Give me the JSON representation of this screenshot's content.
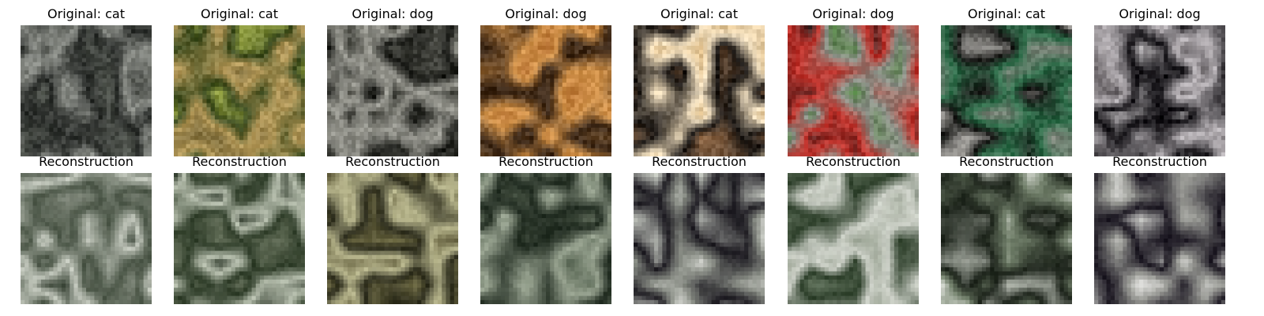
{
  "figure": {
    "columns": [
      {
        "original": {
          "title": "Original: cat",
          "subject": "cat",
          "palette": [
            "#4a4d48",
            "#8a8d87",
            "#2a2d2a",
            "#5f645c"
          ]
        },
        "reconstruction": {
          "title": "Reconstruction",
          "palette": [
            "#8c9386",
            "#4a5546",
            "#c6cbc0",
            "#2f3a2c"
          ]
        }
      },
      {
        "original": {
          "title": "Original: cat",
          "subject": "cat",
          "palette": [
            "#7a6a3a",
            "#b59a5a",
            "#3a4a1e",
            "#a7b44a"
          ]
        },
        "reconstruction": {
          "title": "Reconstruction",
          "palette": [
            "#68735d",
            "#2f3d29",
            "#b7bfae",
            "#1f2a1c"
          ]
        }
      },
      {
        "original": {
          "title": "Original: dog",
          "subject": "dog",
          "palette": [
            "#2b2c26",
            "#9a9a92",
            "#1a1b17",
            "#55564f"
          ]
        },
        "reconstruction": {
          "title": "Reconstruction",
          "palette": [
            "#4f4a2b",
            "#b8b68d",
            "#2a2a1a",
            "#77734a"
          ]
        }
      },
      {
        "original": {
          "title": "Original: dog",
          "subject": "dog",
          "palette": [
            "#b06a2c",
            "#d4954d",
            "#3a2616",
            "#6a4b2a"
          ]
        },
        "reconstruction": {
          "title": "Reconstruction",
          "palette": [
            "#4c5a48",
            "#9aa592",
            "#1f2a1f",
            "#6f7b68"
          ]
        }
      },
      {
        "original": {
          "title": "Original: cat",
          "subject": "cat",
          "palette": [
            "#d9b47a",
            "#f1dfbf",
            "#1b1714",
            "#9a6f4a"
          ]
        },
        "reconstruction": {
          "title": "Reconstruction",
          "palette": [
            "#d2d6cd",
            "#1e1c22",
            "#8b8f87",
            "#f0f1ec"
          ]
        }
      },
      {
        "original": {
          "title": "Original: dog",
          "subject": "dog",
          "palette": [
            "#3f7a2d",
            "#8a8f86",
            "#c2332c",
            "#1c1c1c"
          ]
        },
        "reconstruction": {
          "title": "Reconstruction",
          "palette": [
            "#6f806a",
            "#2d3f2a",
            "#cfd3ca",
            "#9aa393"
          ]
        }
      },
      {
        "original": {
          "title": "Original: cat",
          "subject": "cat",
          "palette": [
            "#d8d5d0",
            "#1a1a18",
            "#2e6e4a",
            "#8a8680"
          ]
        },
        "reconstruction": {
          "title": "Reconstruction",
          "palette": [
            "#c9cec4",
            "#1b2219",
            "#6f7d68",
            "#e6e9e2"
          ]
        }
      },
      {
        "original": {
          "title": "Original: dog",
          "subject": "dog",
          "palette": [
            "#ece8ea",
            "#121014",
            "#b7b2b6",
            "#5a5558"
          ]
        },
        "reconstruction": {
          "title": "Reconstruction",
          "palette": [
            "#d9dad5",
            "#1a1620",
            "#9a9b96",
            "#f2f2ef"
          ]
        }
      }
    ]
  }
}
